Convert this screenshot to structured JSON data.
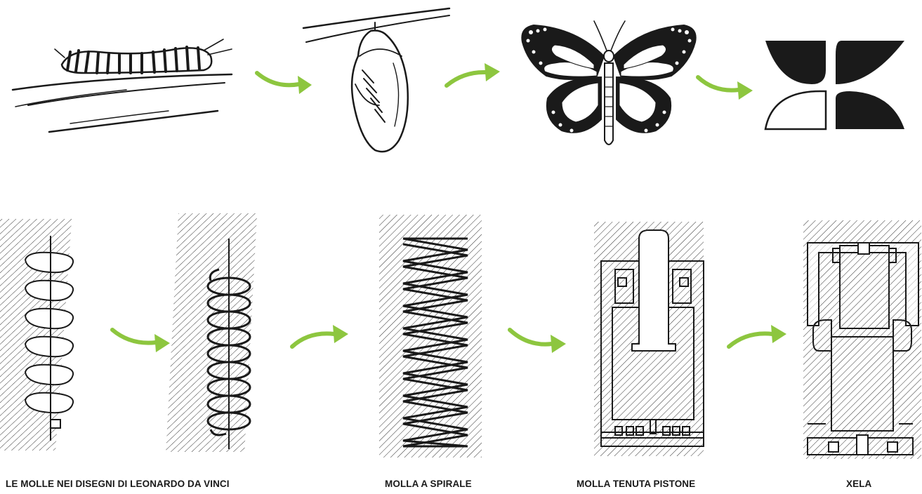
{
  "colors": {
    "ink": "#1a1a1a",
    "arrow": "#8dc63f",
    "background": "#ffffff"
  },
  "top_row": {
    "stages": [
      "caterpillar-icon",
      "chrysalis-icon",
      "butterfly-icon",
      "xela-logo-icon"
    ],
    "arrows": 3
  },
  "bottom_row": {
    "captions": {
      "leonardo": "LE MOLLE NEI DISEGNI DI LEONARDO DA VINCI",
      "spirale": "MOLLA A SPIRALE",
      "pistone": "MOLLA TENUTA PISTONE",
      "xela": "XELA"
    },
    "stages": [
      "leonardo-spring-1-icon",
      "leonardo-spring-2-icon",
      "coil-spring-icon",
      "piston-seal-spring-icon",
      "xela-device-icon"
    ],
    "arrows": 4
  }
}
